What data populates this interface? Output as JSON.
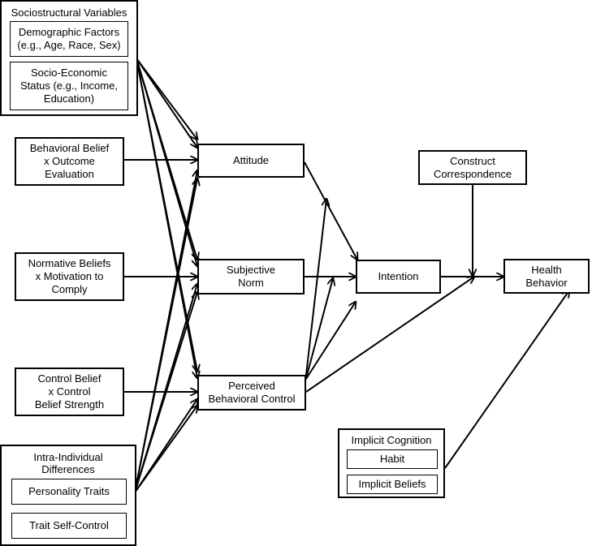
{
  "groups": {
    "sociostructural": {
      "title": "Sociostructural Variables",
      "items": [
        "Demographic Factors\n(e.g., Age, Race, Sex)",
        "Socio-Economic\nStatus (e.g., Income,\nEducation)"
      ]
    },
    "intra_individual": {
      "title": "Intra-Individual\nDifferences",
      "items": [
        "Personality Traits",
        "Trait Self-Control"
      ]
    },
    "implicit_cognition": {
      "title": "Implicit Cognition",
      "items": [
        "Habit",
        "Implicit Beliefs"
      ]
    }
  },
  "nodes": {
    "behavioral_belief": "Behavioral Belief\nx Outcome\nEvaluation",
    "normative_beliefs": "Normative Beliefs\nx Motivation to\nComply",
    "control_belief": "Control Belief\nx Control\nBelief Strength",
    "attitude": "Attitude",
    "subjective_norm": "Subjective\nNorm",
    "pbc": "Perceived\nBehavioral Control",
    "intention": "Intention",
    "construct_correspondence": "Construct\nCorrespondence",
    "health_behavior": "Health\nBehavior"
  }
}
